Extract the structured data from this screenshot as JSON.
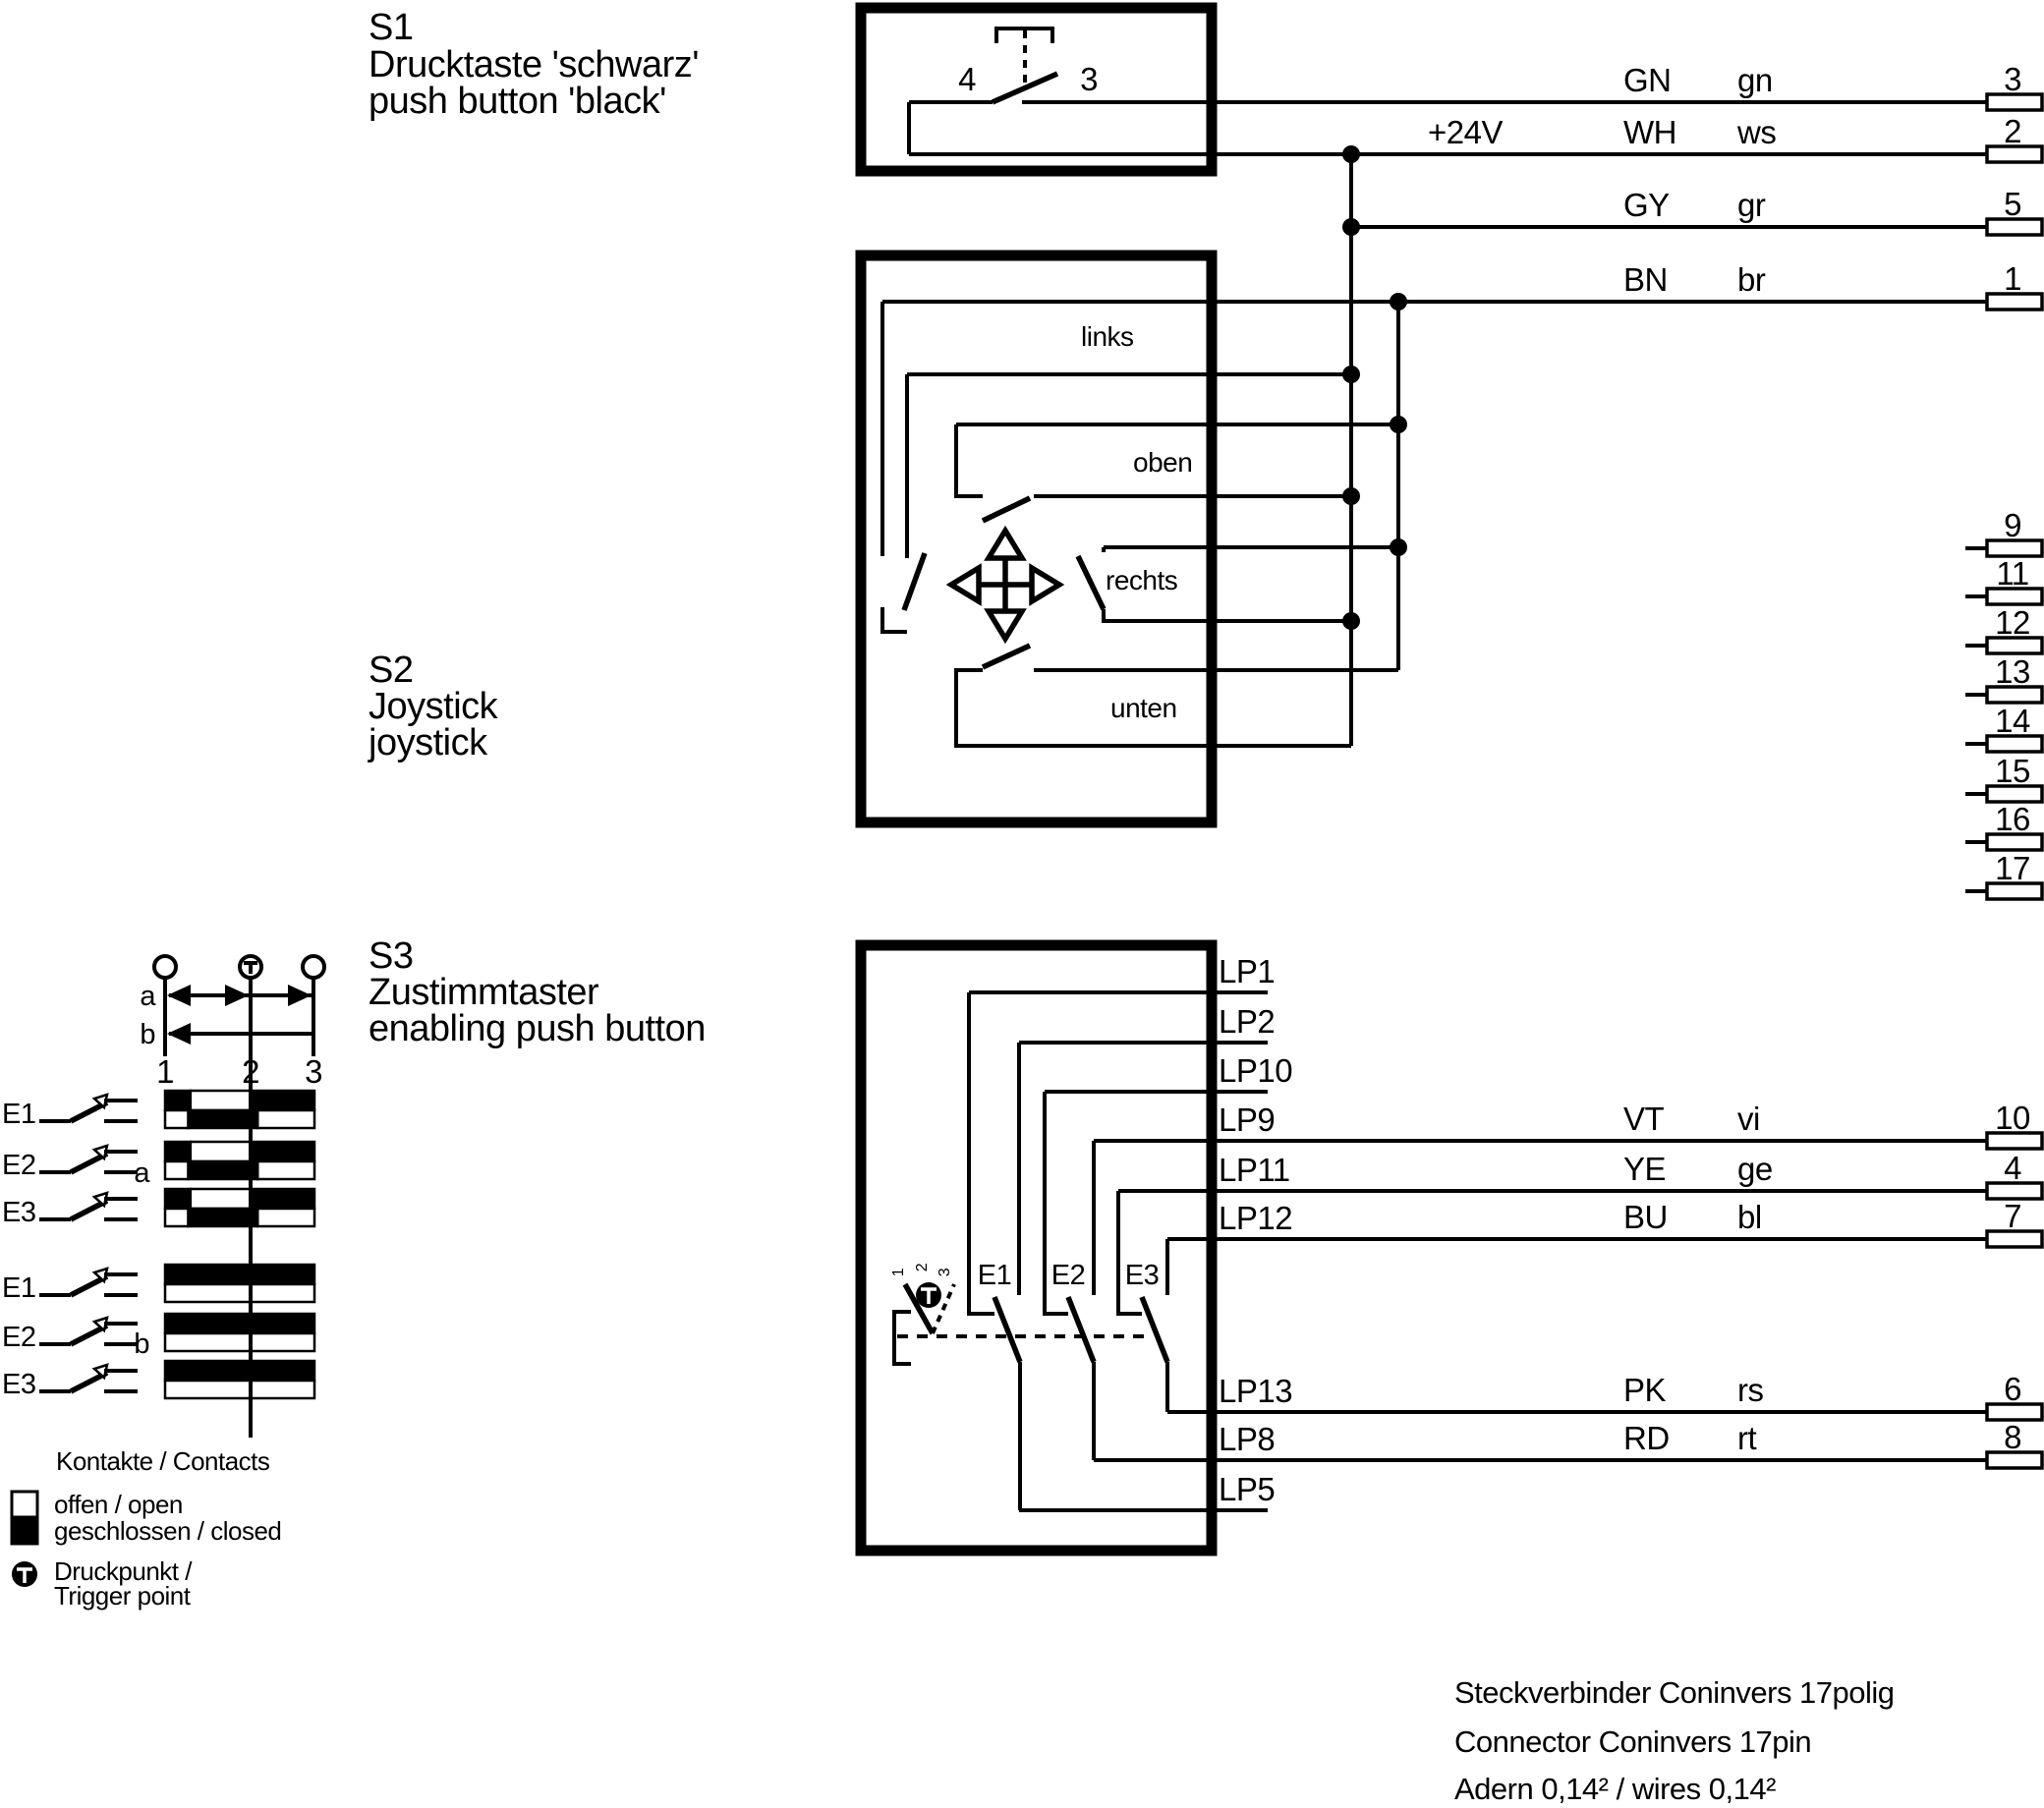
{
  "diagram": {
    "components": {
      "s1": {
        "ref": "S1",
        "label_de": "Drucktaste 'schwarz'",
        "label_en": "push button 'black'",
        "contacts": [
          "4",
          "3"
        ]
      },
      "s2": {
        "ref": "S2",
        "label_de": "Joystick",
        "label_en": "joystick",
        "directions": [
          "links",
          "oben",
          "rechts",
          "unten"
        ]
      },
      "s3": {
        "ref": "S3",
        "label_de": "Zustimmtaster",
        "label_en": "enabling push button",
        "switches": [
          "E1",
          "E2",
          "E3"
        ],
        "trigger_positions": [
          "1",
          "2",
          "3"
        ],
        "lp_points": [
          "LP1",
          "LP2",
          "LP10",
          "LP9",
          "LP11",
          "LP12",
          "LP13",
          "LP8",
          "LP5"
        ]
      }
    },
    "supply_label": "+24V",
    "wires": [
      {
        "code": "GN",
        "code_de": "gn",
        "pin": "3"
      },
      {
        "code": "WH",
        "code_de": "ws",
        "pin": "2"
      },
      {
        "code": "GY",
        "code_de": "gr",
        "pin": "5"
      },
      {
        "code": "BN",
        "code_de": "br",
        "pin": "1"
      },
      {
        "code": "VT",
        "code_de": "vi",
        "pin": "10"
      },
      {
        "code": "YE",
        "code_de": "ge",
        "pin": "4"
      },
      {
        "code": "BU",
        "code_de": "bl",
        "pin": "7"
      },
      {
        "code": "PK",
        "code_de": "rs",
        "pin": "6"
      },
      {
        "code": "RD",
        "code_de": "rt",
        "pin": "8"
      }
    ],
    "unused_pins": [
      "9",
      "11",
      "12",
      "13",
      "14",
      "15",
      "16",
      "17"
    ],
    "position_row_labels": [
      "a",
      "b"
    ],
    "contact_table": {
      "title": "Kontakte / Contacts",
      "row_labels": [
        "E1",
        "E2",
        "E3"
      ],
      "groups": [
        {
          "label": "a",
          "rows": [
            {
              "top": [
                [
                  "closed",
                  0,
                  0.17
                ],
                [
                  "open",
                  0.17,
                  0.572
                ],
                [
                  "closed",
                  0.572,
                  1
                ]
              ],
              "bottom": [
                [
                  "open",
                  0,
                  0.155
                ],
                [
                  "closed",
                  0.155,
                  0.62
                ],
                [
                  "open",
                  0.62,
                  1
                ]
              ]
            },
            {
              "top": [
                [
                  "closed",
                  0,
                  0.17
                ],
                [
                  "open",
                  0.17,
                  0.572
                ],
                [
                  "closed",
                  0.572,
                  1
                ]
              ],
              "bottom": [
                [
                  "open",
                  0,
                  0.155
                ],
                [
                  "closed",
                  0.155,
                  0.62
                ],
                [
                  "open",
                  0.62,
                  1
                ]
              ]
            },
            {
              "top": [
                [
                  "closed",
                  0,
                  0.17
                ],
                [
                  "open",
                  0.17,
                  0.572
                ],
                [
                  "closed",
                  0.572,
                  1
                ]
              ],
              "bottom": [
                [
                  "open",
                  0,
                  0.155
                ],
                [
                  "closed",
                  0.155,
                  0.62
                ],
                [
                  "open",
                  0.62,
                  1
                ]
              ]
            }
          ]
        },
        {
          "label": "b",
          "rows": [
            {
              "top": [
                [
                  "closed",
                  0,
                  1
                ]
              ],
              "bottom": [
                [
                  "open",
                  0,
                  1
                ]
              ]
            },
            {
              "top": [
                [
                  "closed",
                  0,
                  1
                ]
              ],
              "bottom": [
                [
                  "open",
                  0,
                  1
                ]
              ]
            },
            {
              "top": [
                [
                  "closed",
                  0,
                  1
                ]
              ],
              "bottom": [
                [
                  "open",
                  0,
                  1
                ]
              ]
            }
          ]
        }
      ],
      "legend": {
        "open": "offen / open",
        "closed": "geschlossen / closed",
        "trigger": [
          "Druckpunkt /",
          "Trigger point"
        ]
      }
    },
    "notes": [
      "Steckverbinder Coninvers 17polig",
      "Connector Coninvers 17pin",
      "Adern 0,14² / wires 0,14²"
    ]
  }
}
